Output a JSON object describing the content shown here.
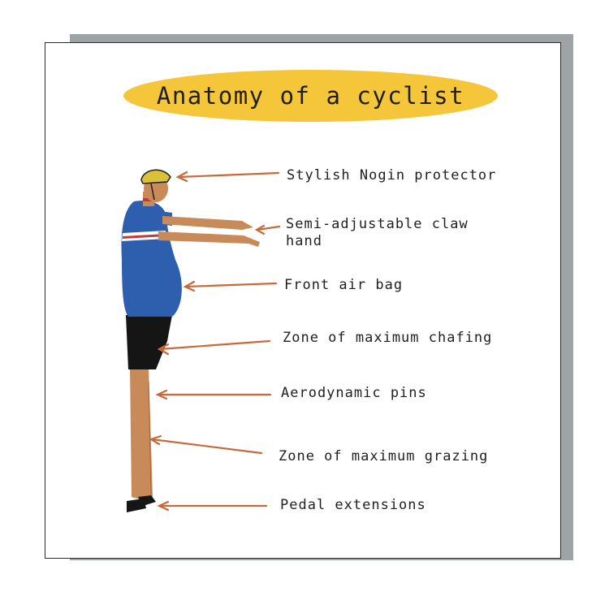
{
  "title": "Anatomy of a cyclist",
  "labels": {
    "head": "Stylish Nogin protector",
    "hand_line1": "Semi-adjustable claw",
    "hand_line2": "hand",
    "belly": "Front air bag",
    "shorts": "Zone of maximum chafing",
    "legs": "Aerodynamic pins",
    "shins": "Zone of maximum grazing",
    "feet": "Pedal extensions"
  },
  "colors": {
    "title_oval": "#f5c53a",
    "arrow": "#c8693a",
    "jersey": "#2e5fae",
    "skin": "#c98a5a",
    "shorts": "#151515",
    "helmet": "#d8c23a"
  }
}
